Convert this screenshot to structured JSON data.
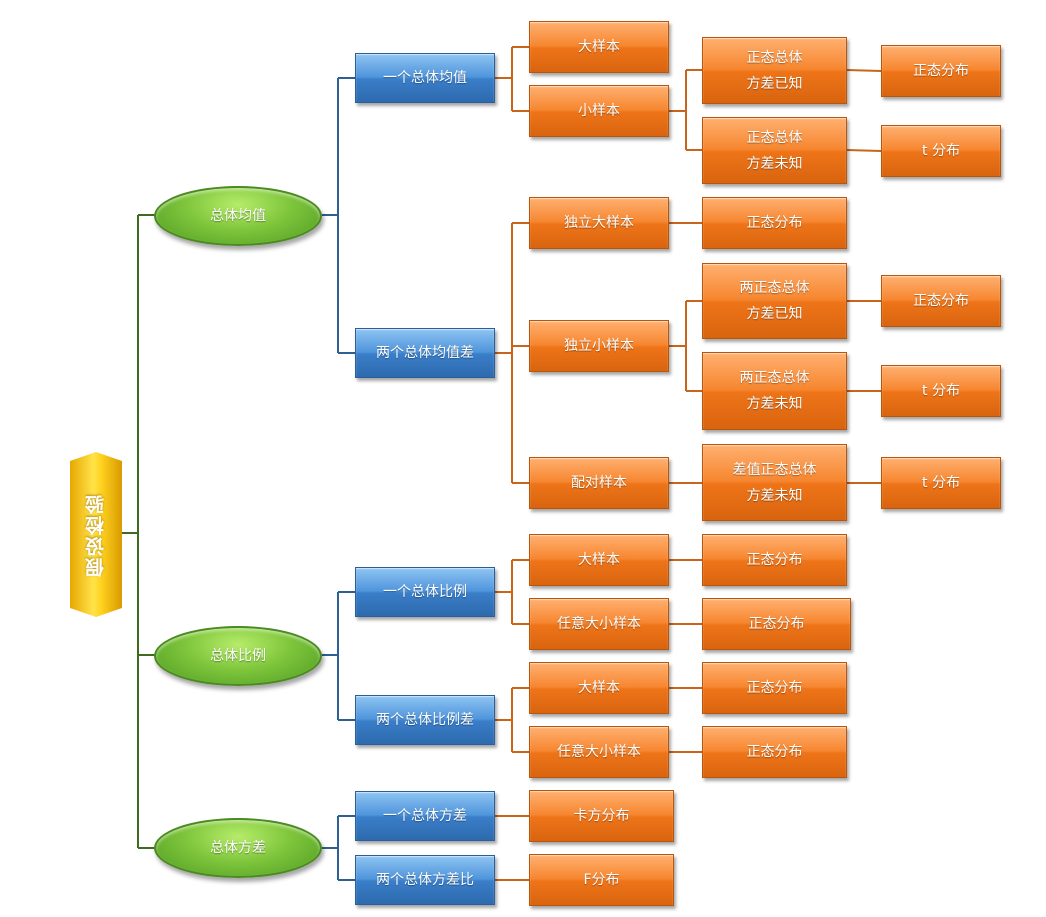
{
  "colors": {
    "root": "#ffd21f",
    "level1": "#7fc63c",
    "level2": "#4f95dc",
    "level3": "#f6862f",
    "connector_green": "#3f6b1f",
    "connector_blue": "#2e5f95",
    "connector_orange": "#c8651a"
  },
  "root": {
    "label": "假设检验"
  },
  "groups": [
    {
      "label": "总体均值"
    },
    {
      "label": "总体比例"
    },
    {
      "label": "总体方差"
    }
  ],
  "tests": [
    {
      "label": "一个总体均值"
    },
    {
      "label": "两个总体均值差"
    },
    {
      "label": "一个总体比例"
    },
    {
      "label": "两个总体比例差"
    },
    {
      "label": "一个总体方差"
    },
    {
      "label": "两个总体方差比"
    }
  ],
  "samples": [
    {
      "label": "大样本"
    },
    {
      "label": "小样本"
    },
    {
      "label": "独立大样本"
    },
    {
      "label": "独立小样本"
    },
    {
      "label": "配对样本"
    },
    {
      "label": "大样本"
    },
    {
      "label": "任意大小样本"
    },
    {
      "label": "大样本"
    },
    {
      "label": "任意大小样本"
    },
    {
      "label": "卡方分布"
    },
    {
      "label": "F分布"
    }
  ],
  "conditions": [
    {
      "label": "正态总体\n方差已知"
    },
    {
      "label": "正态总体\n方差未知"
    },
    {
      "label": "正态分布"
    },
    {
      "label": "两正态总体\n方差已知"
    },
    {
      "label": "两正态总体\n方差未知"
    },
    {
      "label": "差值正态总体\n方差未知"
    },
    {
      "label": "正态分布"
    },
    {
      "label": "正态分布"
    },
    {
      "label": "正态分布"
    },
    {
      "label": "正态分布"
    }
  ],
  "distributions": [
    {
      "label": "正态分布"
    },
    {
      "label": "t 分布"
    },
    {
      "label": "正态分布"
    },
    {
      "label": "t 分布"
    },
    {
      "label": "t 分布"
    }
  ]
}
